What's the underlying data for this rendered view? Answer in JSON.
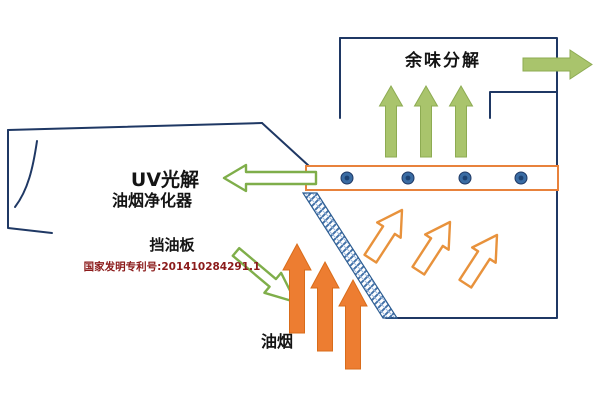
{
  "diagram": {
    "title": "UV photolysis fume purifier hood schematic",
    "labels": {
      "odor_decomposition": "余味分解",
      "uv_line1": "UV光解",
      "uv_line2": "油烟净化器",
      "oil_baffle": "挡油板",
      "patent": "国家发明专利号:201410284291.1",
      "oil_fume": "油烟"
    },
    "colors": {
      "outline": "#1f3864",
      "green_arrow": "#a9c46c",
      "green_arrow_outline": "#7fae4a",
      "orange_arrow": "#ed7d31",
      "orange_arrow_outline": "#e8923c",
      "lamp_bar_border": "#e8823c",
      "lamp_dot": "#3a6ca3",
      "patent_text": "#8b1a1a"
    }
  }
}
